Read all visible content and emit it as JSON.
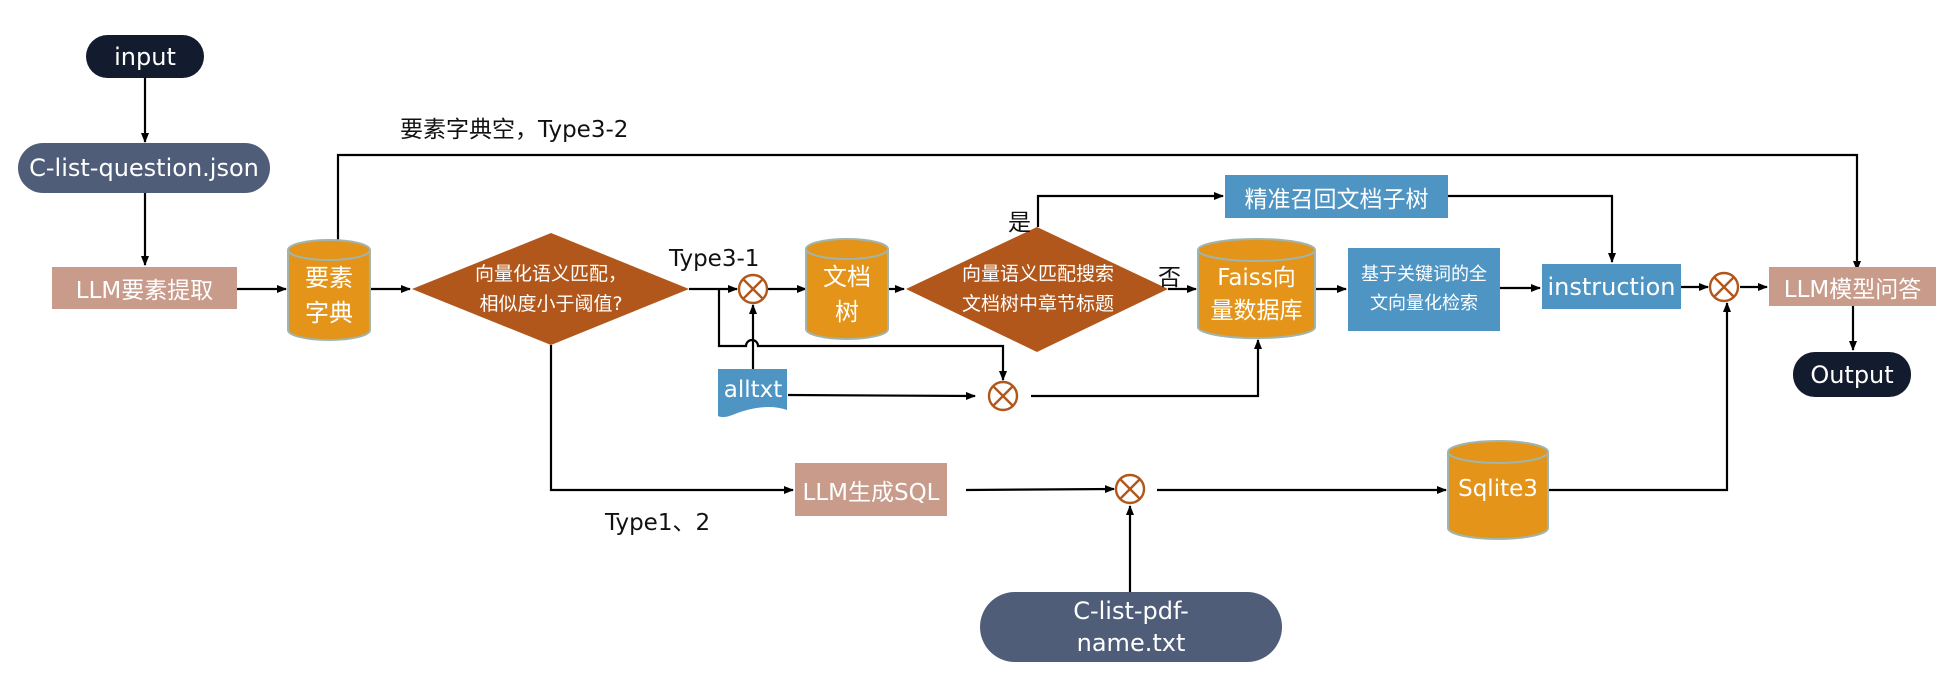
{
  "colors": {
    "terminal": "#131c2e",
    "data_file": "#4f5d79",
    "llm_process": "#c89b8a",
    "retrieval_process": "#4f95c4",
    "database": "#e39419",
    "database_stroke": "#9fb5ad",
    "decision": "#b2571b",
    "combiner": "#b2571b",
    "edge": "#000000"
  },
  "nodes": {
    "input": {
      "label": "input",
      "shape": "terminal"
    },
    "question_file": {
      "label": "C-list-question.json",
      "shape": "data-file"
    },
    "llm_extract": {
      "label": "LLM要素提取",
      "shape": "process"
    },
    "element_dict": {
      "label": "要素\n字典",
      "shape": "database"
    },
    "decision_similarity": {
      "label": "向量化语义匹配，\n相似度小于阈值?",
      "shape": "decision"
    },
    "doc_tree": {
      "label": "文档\n树",
      "shape": "database"
    },
    "decision_chapter": {
      "label": "向量语义匹配搜索\n文档树中章节标题",
      "shape": "decision"
    },
    "precise_recall": {
      "label": "精准召回文档子树",
      "shape": "process"
    },
    "faiss_db": {
      "label": "Faiss向\n量数据库",
      "shape": "database"
    },
    "keyword_search": {
      "label": "基于关键词的全\n文向量化检索",
      "shape": "process"
    },
    "instruction": {
      "label": "instruction",
      "shape": "process"
    },
    "llm_qa": {
      "label": "LLM模型问答",
      "shape": "process"
    },
    "output": {
      "label": "Output",
      "shape": "terminal"
    },
    "alltxt": {
      "label": "alltxt",
      "shape": "document"
    },
    "llm_sql": {
      "label": "LLM生成SQL",
      "shape": "process"
    },
    "sqlite": {
      "label": "Sqlite3",
      "shape": "database"
    },
    "pdf_name_file": {
      "label": "C-list-pdf-\nname.txt",
      "shape": "data-file"
    }
  },
  "edge_labels": {
    "empty_dict": "要素字典空，Type3-2",
    "type3_1": "Type3-1",
    "type1_2": "Type1、2",
    "yes": "是",
    "no": "否"
  },
  "edges": [
    {
      "from": "input",
      "to": "question_file"
    },
    {
      "from": "question_file",
      "to": "llm_extract"
    },
    {
      "from": "llm_extract",
      "to": "element_dict"
    },
    {
      "from": "element_dict",
      "to": "decision_similarity"
    },
    {
      "from": "element_dict",
      "to": "llm_qa",
      "label": "要素字典空，Type3-2"
    },
    {
      "from": "decision_similarity",
      "to": "combiner_1",
      "label": "Type3-1"
    },
    {
      "from": "decision_similarity",
      "to": "combiner_2"
    },
    {
      "from": "alltxt",
      "to": "combiner_1"
    },
    {
      "from": "alltxt",
      "to": "combiner_2"
    },
    {
      "from": "combiner_1",
      "to": "doc_tree"
    },
    {
      "from": "doc_tree",
      "to": "decision_chapter"
    },
    {
      "from": "decision_chapter",
      "to": "precise_recall",
      "label": "是"
    },
    {
      "from": "decision_chapter",
      "to": "faiss_db",
      "label": "否"
    },
    {
      "from": "combiner_2",
      "to": "faiss_db"
    },
    {
      "from": "faiss_db",
      "to": "keyword_search"
    },
    {
      "from": "keyword_search",
      "to": "instruction"
    },
    {
      "from": "precise_recall",
      "to": "instruction"
    },
    {
      "from": "instruction",
      "to": "combiner_4"
    },
    {
      "from": "combiner_4",
      "to": "llm_qa"
    },
    {
      "from": "llm_qa",
      "to": "output"
    },
    {
      "from": "decision_similarity",
      "to": "llm_sql",
      "label": "Type1、2"
    },
    {
      "from": "llm_sql",
      "to": "combiner_3"
    },
    {
      "from": "pdf_name_file",
      "to": "combiner_3"
    },
    {
      "from": "combiner_3",
      "to": "sqlite"
    },
    {
      "from": "sqlite",
      "to": "combiner_4"
    }
  ]
}
